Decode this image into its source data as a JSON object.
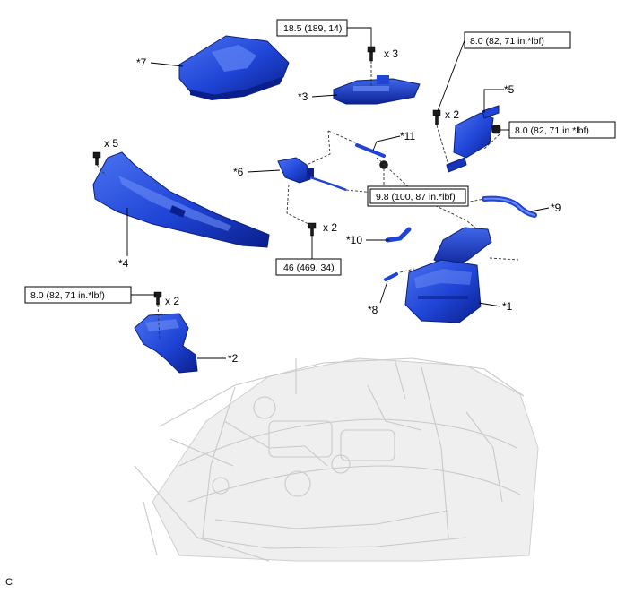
{
  "parts": {
    "p1": "*1",
    "p2": "*2",
    "p3": "*3",
    "p4": "*4",
    "p5": "*5",
    "p6": "*6",
    "p7": "*7",
    "p8": "*8",
    "p9": "*9",
    "p10": "*10",
    "p11": "*11"
  },
  "torques": {
    "t_185": "18.5 (189, 14)",
    "t_80_top": "8.0 (82, 71 in.*lbf)",
    "t_80_right": "8.0 (82, 71 in.*lbf)",
    "t_98": "9.8 (100, 87 in.*lbf)",
    "t_46": "46 (469, 34)",
    "t_80_left": "8.0 (82, 71 in.*lbf)"
  },
  "quantities": {
    "q_x3": "x 3",
    "q_x2_top": "x 2",
    "q_x5": "x 5",
    "q_x2_mid": "x 2",
    "q_x2_left": "x 2"
  },
  "footer_code": "C",
  "colors": {
    "part_dark": "#0a1f8c",
    "part_mid": "#1f44d6",
    "part_light": "#4a72f0",
    "engine_line": "#c9c9c9"
  }
}
